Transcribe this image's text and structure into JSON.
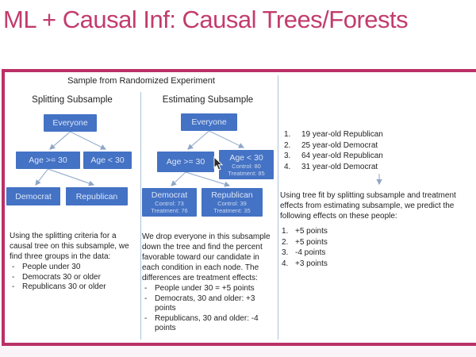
{
  "title": "ML + Causal Inf: Causal Trees/Forests",
  "colors": {
    "accent_pink": "#c23c6d",
    "border_pink": "#bb3066",
    "node_blue": "#4472c4",
    "connector_blue": "#9db3d2",
    "divider_blue": "#aec3da",
    "body_text": "#1f1f1f"
  },
  "slide": {
    "header": "Sample from Randomized Experiment",
    "left_panel": {
      "heading": "Splitting Subsample",
      "tree": {
        "root": "Everyone",
        "branch_left": "Age >= 30",
        "branch_right": "Age < 30",
        "leaf_left": "Democrat",
        "leaf_right": "Republican"
      },
      "body": "Using the splitting criteria for a causal tree on this subsample, we find three groups in the data:",
      "bullets": [
        "People under 30",
        "Democrats 30 or older",
        "Republicans 30 or older"
      ]
    },
    "middle_panel": {
      "heading": "Estimating Subsample",
      "tree": {
        "root": "Everyone",
        "branch_left": "Age >= 30",
        "branch_right": {
          "label": "Age < 30",
          "control": "Control: 80",
          "treatment": "Treatment: 85"
        },
        "leaf_left": {
          "label": "Democrat",
          "control": "Control: 73",
          "treatment": "Treatment: 76"
        },
        "leaf_right": {
          "label": "Republican",
          "control": "Control: 39",
          "treatment": "Treatment: 35"
        }
      },
      "body": "We drop everyone in this subsample down the tree and find the percent favorable toward our candidate in each condition in each node. The differences are treatment effects:",
      "bullets": [
        "People under 30 = +5 points",
        "Democrats, 30 and older: +3 points",
        "Republicans, 30 and older: -4 points"
      ]
    },
    "right_panel": {
      "people": [
        {
          "n": "1.",
          "t": "19 year-old Republican"
        },
        {
          "n": "2.",
          "t": "25 year-old Democrat"
        },
        {
          "n": "3.",
          "t": "64 year-old Republican"
        },
        {
          "n": "4.",
          "t": "31 year-old Democrat"
        }
      ],
      "body": "Using tree fit by splitting subsample and treatment effects from estimating subsample, we predict the following effects on these people:",
      "effects": [
        {
          "n": "1.",
          "t": "+5 points"
        },
        {
          "n": "2.",
          "t": "+5 points"
        },
        {
          "n": "3.",
          "t": "-4 points"
        },
        {
          "n": "4.",
          "t": "+3 points"
        }
      ]
    }
  }
}
